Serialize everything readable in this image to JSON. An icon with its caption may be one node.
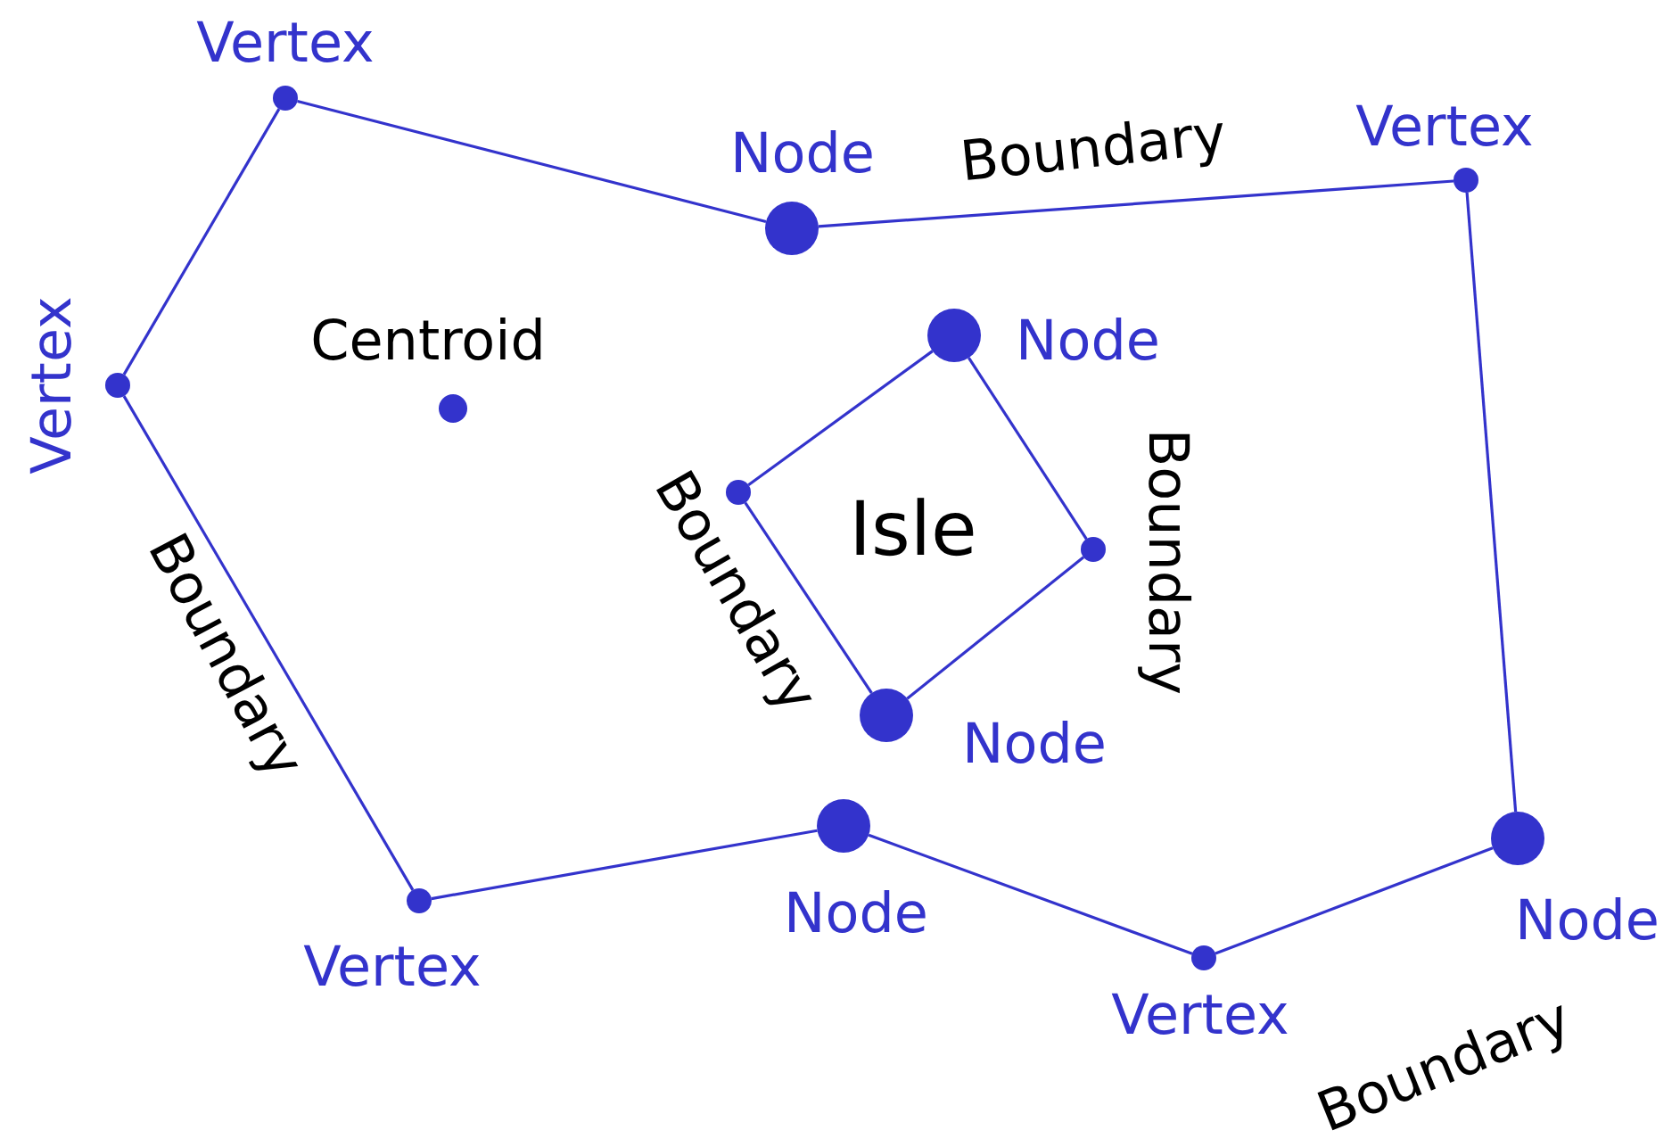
{
  "diagram": {
    "nodes": [
      {
        "text": [],
        "shape": "circle",
        "beside": [
          "Vertex"
        ]
      },
      {
        "text": [],
        "shape": "circle",
        "beside": [
          "Node"
        ]
      },
      {
        "text": [],
        "shape": "circle",
        "beside": [
          "Vertex"
        ]
      },
      {
        "text": [],
        "shape": "circle",
        "beside": [
          "Node"
        ]
      },
      {
        "text": [],
        "shape": "circle",
        "beside": [
          "Vertex"
        ]
      },
      {
        "text": [],
        "shape": "circle",
        "beside": [
          "Centroid"
        ]
      },
      {
        "text": [],
        "shape": "circle"
      },
      {
        "text": [],
        "shape": "circle"
      },
      {
        "text": [],
        "shape": "circle",
        "beside": [
          "Node"
        ]
      },
      {
        "text": [],
        "shape": "circle",
        "beside": [
          "Node"
        ]
      },
      {
        "text": [],
        "shape": "circle",
        "beside": [
          "Node"
        ]
      },
      {
        "text": [],
        "shape": "circle",
        "beside": [
          "Vertex"
        ]
      },
      {
        "text": [],
        "shape": "circle",
        "beside": [
          "Vertex"
        ]
      }
    ],
    "edges": [
      {
        "from": 0,
        "to": 1,
        "arrow": "none"
      },
      {
        "from": 1,
        "to": 2,
        "arrow": "none",
        "label": "Boundary"
      },
      {
        "from": 2,
        "to": 10,
        "arrow": "none"
      },
      {
        "from": 10,
        "to": 12,
        "arrow": "none",
        "label": "Boundary"
      },
      {
        "from": 12,
        "to": 9,
        "arrow": "none"
      },
      {
        "from": 9,
        "to": 11,
        "arrow": "none"
      },
      {
        "from": 11,
        "to": 4,
        "arrow": "none",
        "label": "Boundary"
      },
      {
        "from": 4,
        "to": 0,
        "arrow": "none"
      },
      {
        "from": 3,
        "to": 6,
        "arrow": "none"
      },
      {
        "from": 6,
        "to": 8,
        "arrow": "none",
        "label": "Boundary"
      },
      {
        "from": 8,
        "to": 7,
        "arrow": "none"
      },
      {
        "from": 7,
        "to": 3,
        "arrow": "none",
        "label": "Boundary"
      }
    ],
    "labels": [
      "Isle"
    ]
  }
}
